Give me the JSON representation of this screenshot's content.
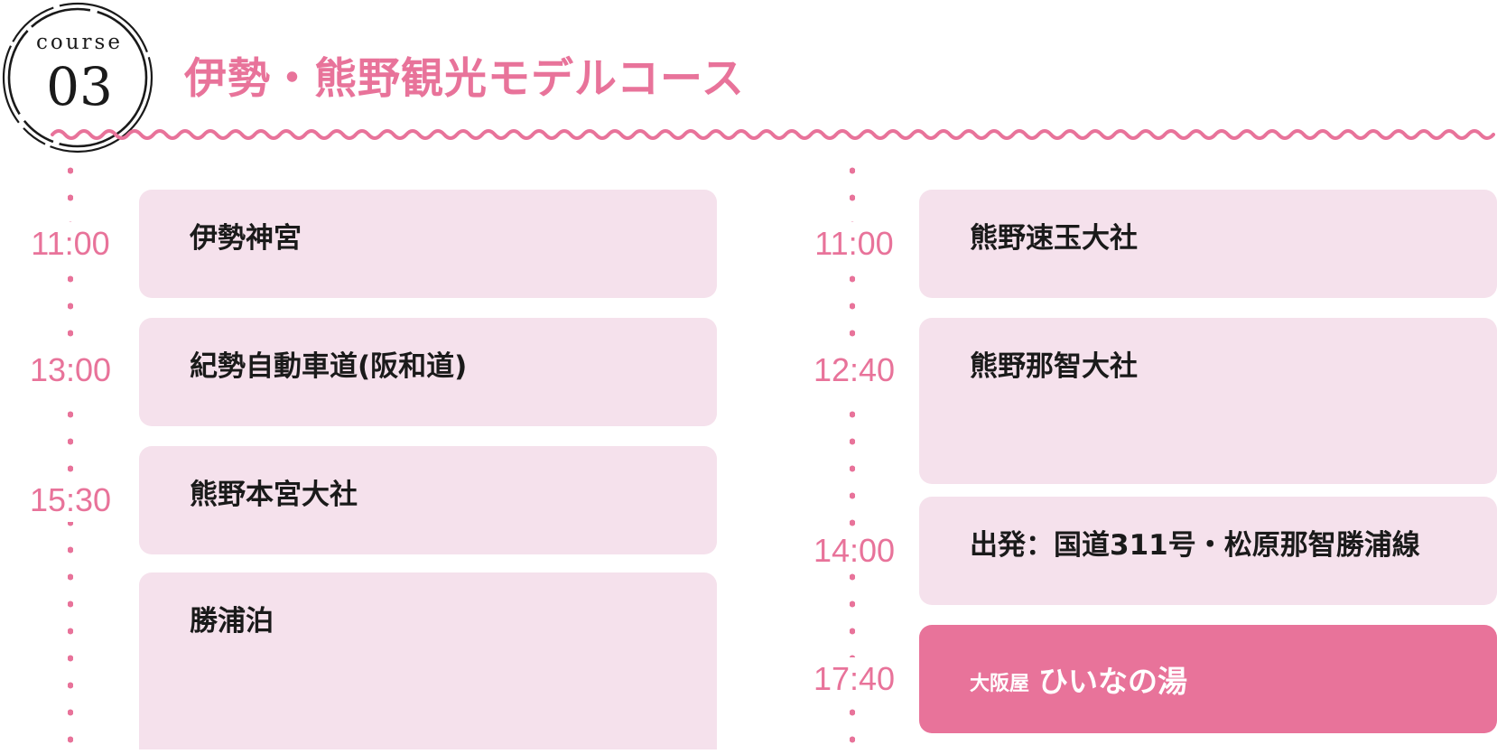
{
  "badge": {
    "word": "course",
    "number": "03"
  },
  "title": "伊勢・熊野観光モデルコース",
  "colors": {
    "accent": "#e8739a",
    "card_background": "#f5e1ec",
    "highlight_card": "#e8739a",
    "text": "#1a1a1a"
  },
  "left_column": {
    "stops": [
      {
        "time": "11:00",
        "label": "伊勢神宮"
      },
      {
        "time": "13:00",
        "label": "紀勢自動車道(阪和道)"
      },
      {
        "time": "15:30",
        "label": "熊野本宮大社"
      },
      {
        "time": "",
        "label": "勝浦泊"
      }
    ]
  },
  "right_column": {
    "stops": [
      {
        "time": "11:00",
        "label": "熊野速玉大社"
      },
      {
        "time": "12:40",
        "label": "熊野那智大社"
      },
      {
        "time": "14:00",
        "label": "出発：国道311号・松原那智勝浦線"
      },
      {
        "time": "17:40",
        "label_small": "大阪屋",
        "label_large": "ひいなの湯"
      }
    ]
  }
}
